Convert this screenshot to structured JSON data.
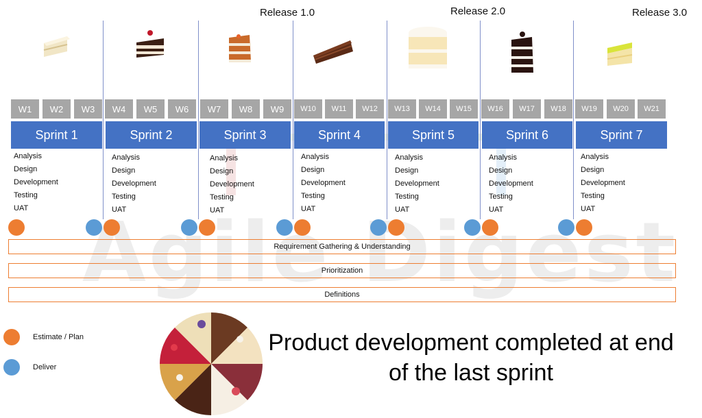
{
  "watermark": "Agile Digest",
  "releases": [
    "Release 1.0",
    "Release 2.0",
    "Release 3.0"
  ],
  "weeks": [
    "W1",
    "W2",
    "W3",
    "W4",
    "W5",
    "W6",
    "W7",
    "W8",
    "W9",
    "W10",
    "W11",
    "W12",
    "W13",
    "W14",
    "W15",
    "W16",
    "W17",
    "W18",
    "W19",
    "W20",
    "W21"
  ],
  "sprints": [
    "Sprint 1",
    "Sprint 2",
    "Sprint 3",
    "Sprint 4",
    "Sprint 5",
    "Sprint 6",
    "Sprint 7"
  ],
  "activities": [
    "Analysis",
    "Design",
    "Development",
    "Testing",
    "UAT"
  ],
  "bands": [
    "Requirement Gathering & Understanding",
    "Prioritization",
    "Definitions"
  ],
  "legend": {
    "estimate": "Estimate / Plan",
    "deliver": "Deliver"
  },
  "completion_text": "Product development completed at end of the last sprint",
  "colors": {
    "estimate": "#ed7d31",
    "deliver": "#5b9bd5",
    "sprint": "#4472c4",
    "week": "#a6a6a6"
  }
}
